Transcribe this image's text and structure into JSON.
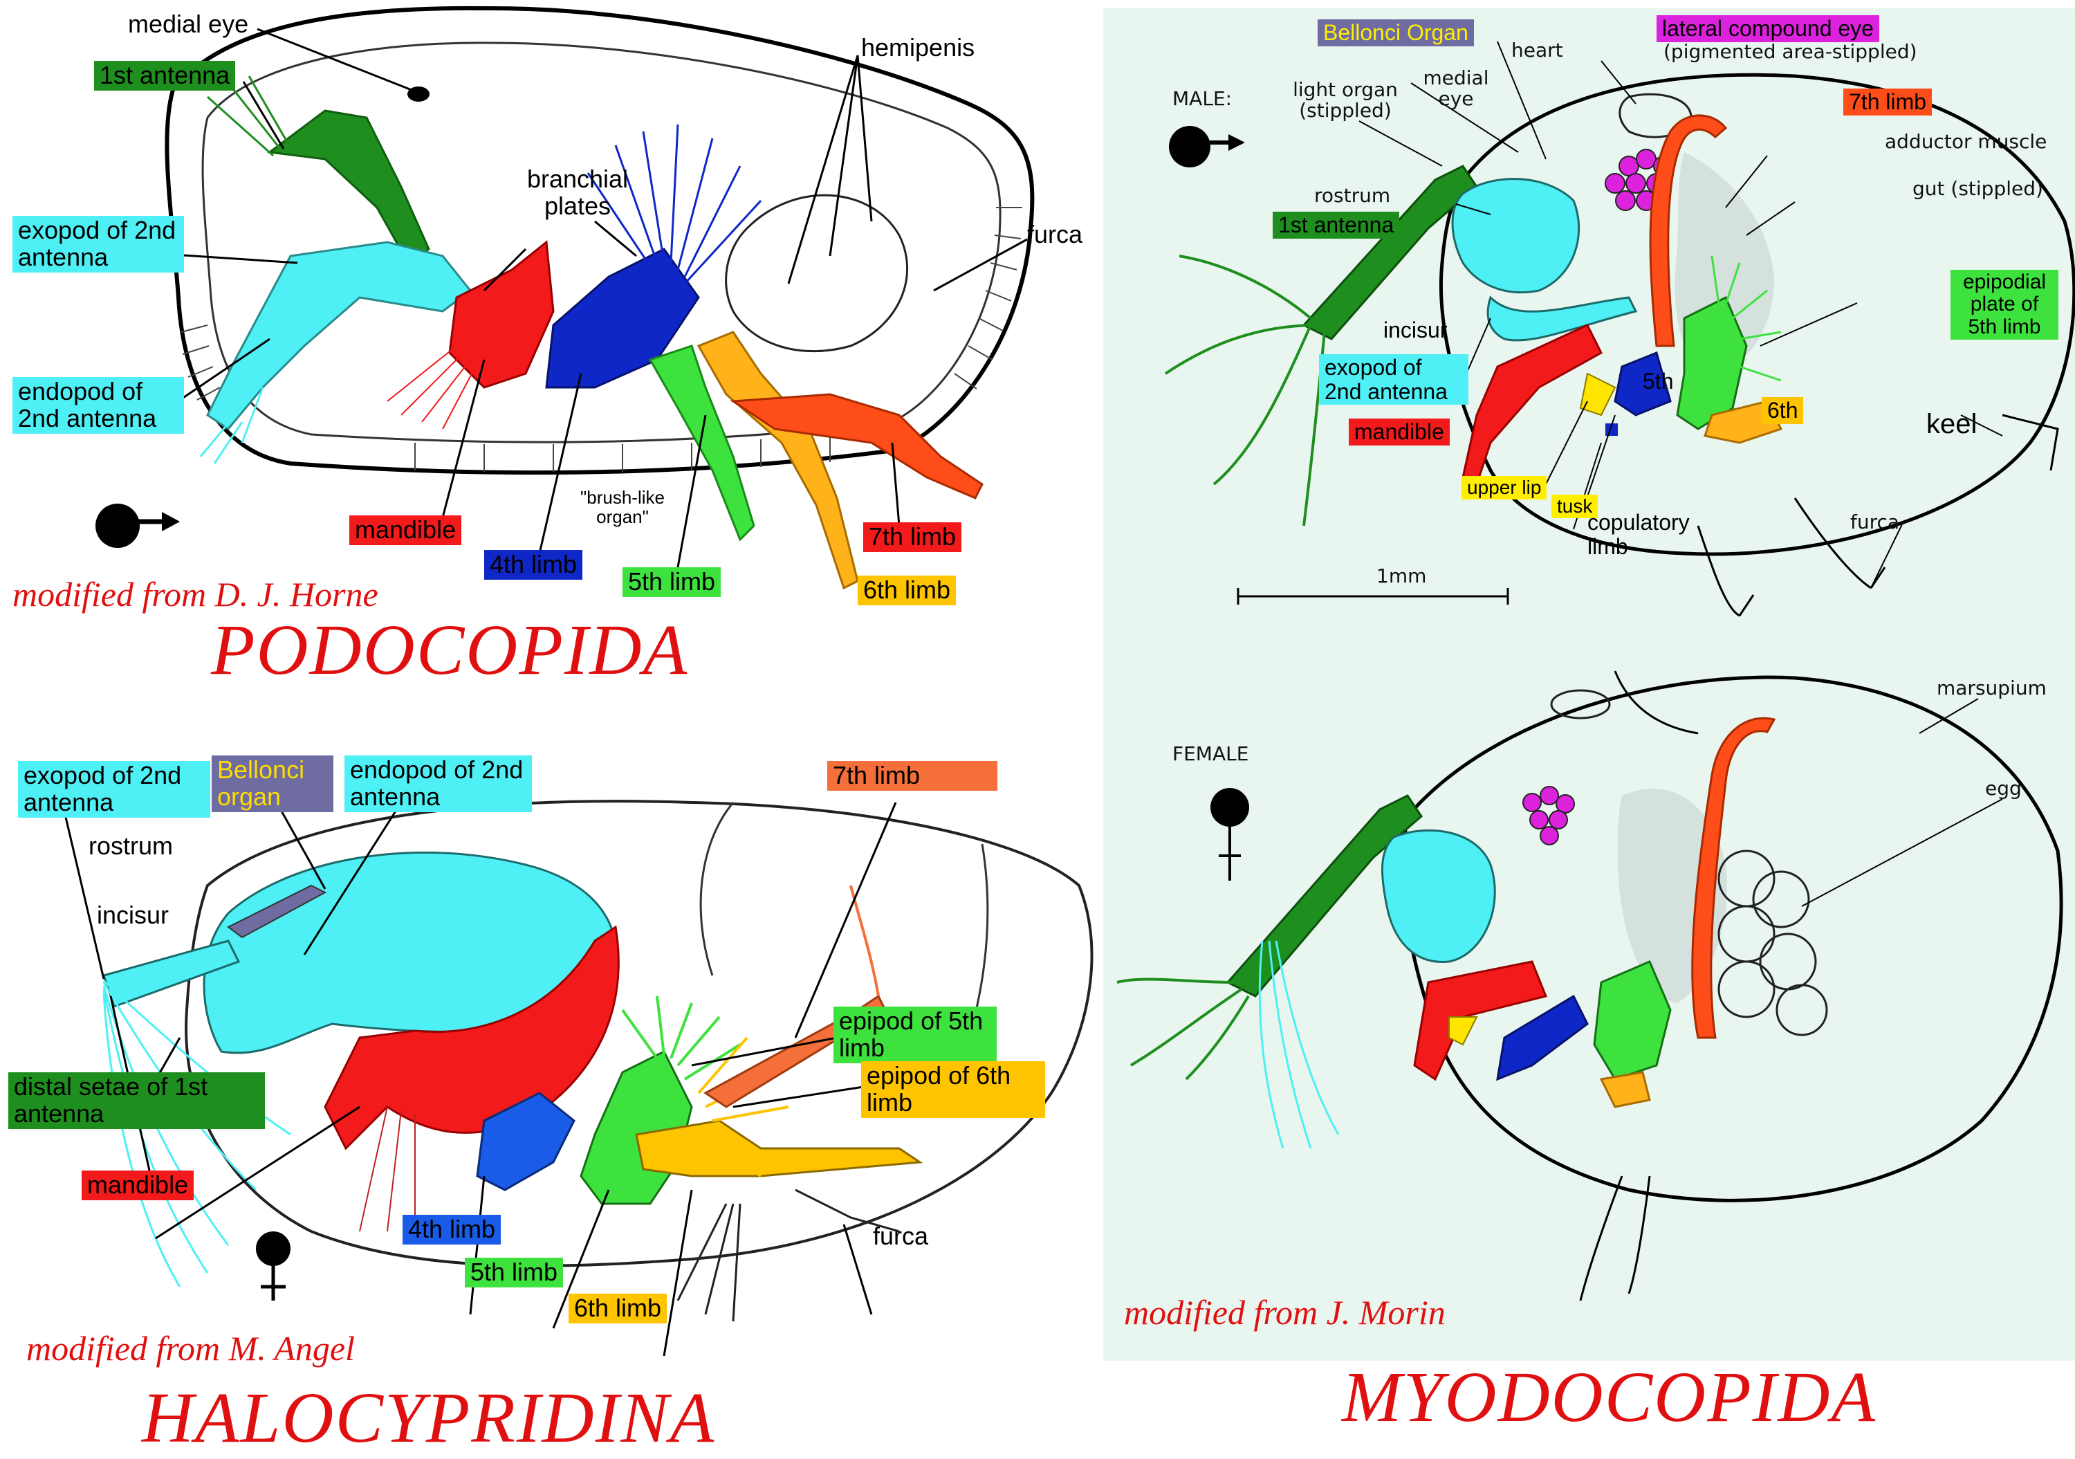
{
  "colors": {
    "red_title": "#e01010",
    "cyan": "#4ff0f5",
    "green": "#1e8f1e",
    "bright_green": "#3ee23e",
    "red": "#f21a1a",
    "blue": "#1027c8",
    "light_blue": "#1a5be8",
    "yellow_label": "#ffc400",
    "orange": "#ff4d1a",
    "coral": "#f46f3a",
    "purple": "#6e6ca0",
    "magenta": "#dd22dd",
    "bg_mint": "#e9f6f0"
  },
  "podocopida": {
    "title": "PODOCOPIDA",
    "credit": "modified from D. J. Horne",
    "labels": {
      "medial_eye": "medial eye",
      "first_antenna": "1st antenna",
      "hemipenis": "hemipenis",
      "branchial_plates": "branchial plates",
      "furca": "furca",
      "exopod_2nd_antenna": "exopod of 2nd antenna",
      "endopod_2nd_antenna": "endopod of 2nd antenna",
      "brush_like_organ": "\"brush-like organ\"",
      "mandible": "mandible",
      "fourth_limb": "4th limb",
      "fifth_limb": "5th limb",
      "sixth_limb": "6th limb",
      "seventh_limb": "7th limb"
    }
  },
  "halocypridina": {
    "title": "HALOCYPRIDINA",
    "credit": "modified from M. Angel",
    "labels": {
      "exopod_2nd_antenna": "exopod of 2nd antenna",
      "bellonci_organ": "Bellonci organ",
      "endopod_2nd_antenna": "endopod of 2nd antenna",
      "seventh_limb": "7th limb",
      "rostrum": "rostrum",
      "incisur": "incisur",
      "epipod_5th_limb": "epipod of 5th limb",
      "epipod_6th_limb": "epipod of 6th limb",
      "distal_setae_1st_antenna": "distal setae of 1st antenna",
      "mandible": "mandible",
      "fourth_limb": "4th limb",
      "fifth_limb": "5th limb",
      "sixth_limb": "6th limb",
      "furca": "furca"
    }
  },
  "myodocopida": {
    "title": "MYODOCOPIDA",
    "credit": "modified from J. Morin",
    "male_label": "MALE:",
    "female_label": "FEMALE",
    "scale_label": "1mm",
    "labels": {
      "bellonci_organ": "Bellonci Organ",
      "heart": "heart",
      "lateral_compound_eye": "lateral compound eye",
      "pigmented_area": "(pigmented area-stippled)",
      "light_organ": "light organ (stippled)",
      "medial_eye": "medial eye",
      "seventh_limb": "7th limb",
      "adductor_muscle": "adductor muscle",
      "gut": "gut (stippled)",
      "rostrum": "rostrum",
      "first_antenna": "1st antenna",
      "epipodial_plate": "epipodial plate of 5th limb",
      "incisur": "incisur",
      "exopod_2nd_antenna": "exopod of 2nd antenna",
      "fifth": "5th",
      "mandible": "mandible",
      "sixth": "6th",
      "keel": "keel",
      "upper_lip": "upper lip",
      "tusk": "tusk",
      "copulatory_limb": "copulatory limb",
      "furca": "furca",
      "marsupium": "marsupium",
      "egg": "egg"
    }
  }
}
